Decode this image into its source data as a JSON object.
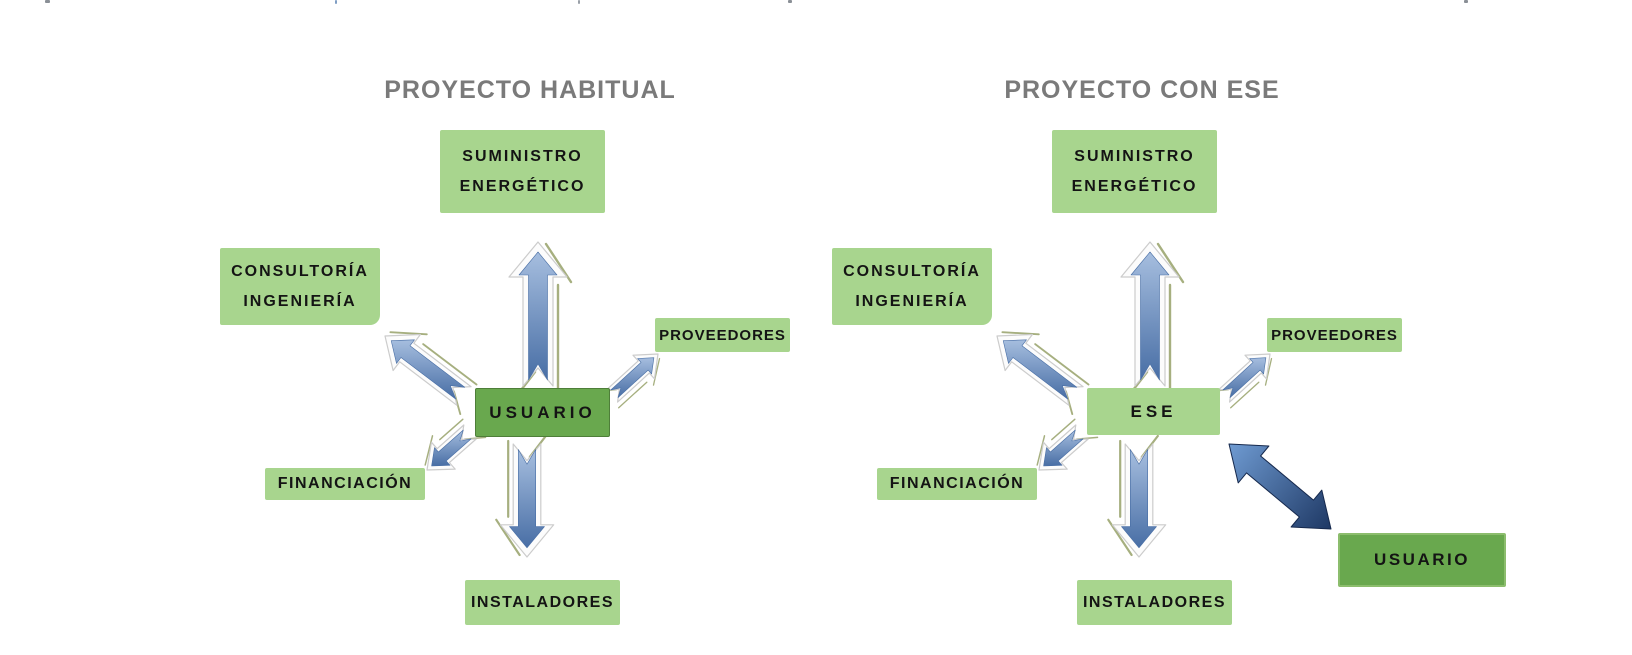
{
  "colors": {
    "box_light_green": "#a8d58e",
    "box_dark_green": "#69a84e",
    "arrow_blue_light": "#a6bedf",
    "arrow_blue_dark": "#486ea5",
    "arrow_navy_light": "#6f9bd2",
    "arrow_navy_dark": "#1e3864",
    "accent_olive": "#96a169",
    "title_gray": "#7a7a7a"
  },
  "diagrams": [
    {
      "title": "PROYECTO HABITUAL",
      "center": {
        "label": "USUARIO"
      },
      "nodes": {
        "suministro": {
          "line1": "SUMINISTRO",
          "line2": "ENERGÉTICO"
        },
        "consultoria": {
          "line1": "CONSULTORÍA",
          "line2": "INGENIERÍA"
        },
        "proveedores": {
          "label": "PROVEEDORES"
        },
        "financiacion": {
          "label": "FINANCIACIÓN"
        },
        "instaladores": {
          "label": "INSTALADORES"
        }
      },
      "connections": [
        {
          "from": "USUARIO",
          "to": "SUMINISTRO ENERGÉTICO",
          "style": "single-outward"
        },
        {
          "from": "USUARIO",
          "to": "CONSULTORÍA INGENIERÍA",
          "style": "single-outward"
        },
        {
          "from": "USUARIO",
          "to": "PROVEEDORES",
          "style": "single-outward"
        },
        {
          "from": "USUARIO",
          "to": "FINANCIACIÓN",
          "style": "single-outward"
        },
        {
          "from": "USUARIO",
          "to": "INSTALADORES",
          "style": "single-outward"
        }
      ]
    },
    {
      "title": "PROYECTO CON ESE",
      "center": {
        "label": "ESE"
      },
      "nodes": {
        "suministro": {
          "line1": "SUMINISTRO",
          "line2": "ENERGÉTICO"
        },
        "consultoria": {
          "line1": "CONSULTORÍA",
          "line2": "INGENIERÍA"
        },
        "proveedores": {
          "label": "PROVEEDORES"
        },
        "financiacion": {
          "label": "FINANCIACIÓN"
        },
        "instaladores": {
          "label": "INSTALADORES"
        }
      },
      "extra": {
        "label": "USUARIO"
      },
      "connections": [
        {
          "from": "ESE",
          "to": "SUMINISTRO ENERGÉTICO",
          "style": "single-outward"
        },
        {
          "from": "ESE",
          "to": "CONSULTORÍA INGENIERÍA",
          "style": "single-outward"
        },
        {
          "from": "ESE",
          "to": "PROVEEDORES",
          "style": "single-outward"
        },
        {
          "from": "ESE",
          "to": "FINANCIACIÓN",
          "style": "single-outward"
        },
        {
          "from": "ESE",
          "to": "INSTALADORES",
          "style": "single-outward"
        },
        {
          "from": "ESE",
          "to": "USUARIO",
          "style": "double-headed-bold"
        }
      ]
    }
  ]
}
